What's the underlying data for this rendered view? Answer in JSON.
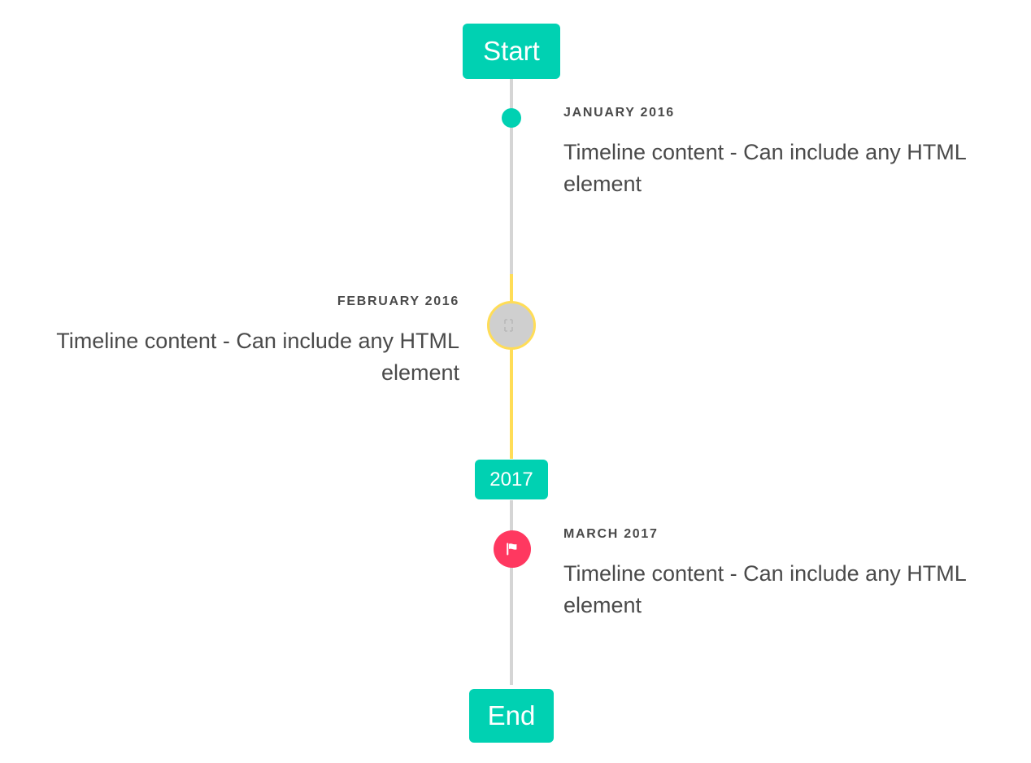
{
  "timeline": {
    "header_label": "Start",
    "footer_label": "End",
    "colors": {
      "primary": "#00D1B2",
      "warning": "#FFDD57",
      "danger": "#FF3860",
      "line": "#D5D5D5",
      "text": "#4A4A4A"
    },
    "items": [
      {
        "heading": "JANUARY 2016",
        "body": "Timeline content - Can include any HTML element",
        "side": "right",
        "marker": "dot",
        "marker_color": "#00D1B2"
      },
      {
        "heading": "FEBRUARY 2016",
        "body": "Timeline content - Can include any HTML element",
        "side": "left",
        "marker": "broken-image-icon",
        "marker_color": "#FFDD57"
      },
      {
        "heading": "MARCH 2017",
        "body": "Timeline content - Can include any HTML element",
        "side": "right",
        "marker": "flag-icon",
        "marker_color": "#FF3860"
      }
    ],
    "period_marker": {
      "label": "2017"
    }
  }
}
